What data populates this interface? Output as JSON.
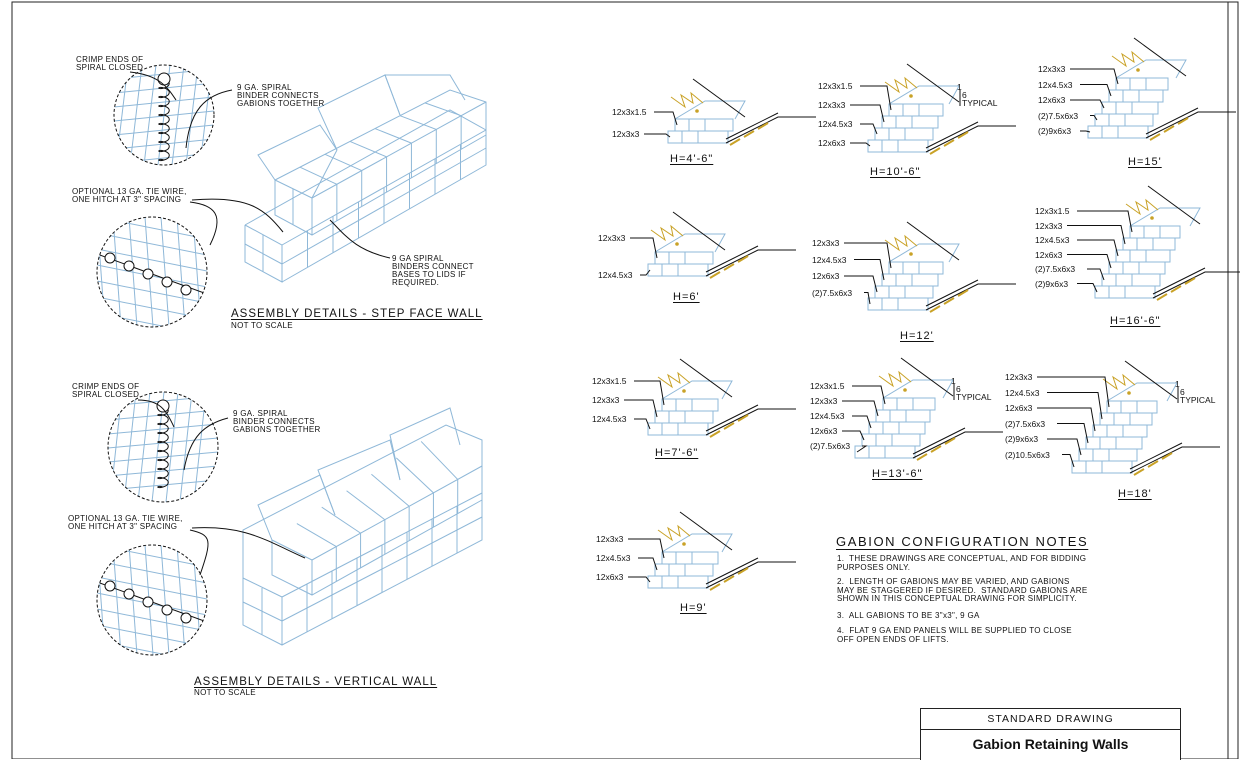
{
  "colors": {
    "gabion_line": "#8fb8d8",
    "soil": "#c9a227",
    "ink": "#111111"
  },
  "step_face": {
    "callouts": {
      "crimp": "CRIMP ENDS OF\nSPIRAL CLOSED",
      "spiral": "9 GA. SPIRAL\nBINDER CONNECTS\nGABIONS TOGETHER",
      "tie": "OPTIONAL 13 GA. TIE WIRE,\nONE HITCH AT 3\" SPACING",
      "binders": "9 GA SPIRAL\nBINDERS CONNECT\nBASES TO LIDS IF\nREQUIRED."
    },
    "title": "ASSEMBLY DETAILS - STEP FACE WALL",
    "subtitle": "NOT TO SCALE"
  },
  "vertical": {
    "callouts": {
      "crimp": "CRIMP ENDS OF\nSPIRAL CLOSED",
      "spiral": "9 GA. SPIRAL\nBINDER CONNECTS\nGABIONS TOGETHER",
      "tie": "OPTIONAL 13 GA. TIE WIRE,\nONE HITCH AT 3\" SPACING"
    },
    "title": "ASSEMBLY DETAILS - VERTICAL WALL",
    "subtitle": "NOT TO SCALE"
  },
  "configs": [
    {
      "height": "H=4'-6\"",
      "labels": [
        "12x3x1.5",
        "12x3x3"
      ]
    },
    {
      "height": "H=6'",
      "labels": [
        "12x3x3",
        "12x4.5x3"
      ]
    },
    {
      "height": "H=7'-6\"",
      "labels": [
        "12x3x1.5",
        "12x3x3",
        "12x4.5x3"
      ]
    },
    {
      "height": "H=9'",
      "labels": [
        "12x3x3",
        "12x4.5x3",
        "12x6x3"
      ]
    },
    {
      "height": "H=10'-6\"",
      "labels": [
        "12x3x1.5",
        "12x3x3",
        "12x4.5x3",
        "12x6x3"
      ],
      "typical": [
        "1",
        "6",
        "TYPICAL"
      ]
    },
    {
      "height": "H=12'",
      "labels": [
        "12x3x3",
        "12x4.5x3",
        "12x6x3",
        "(2)7.5x6x3"
      ]
    },
    {
      "height": "H=13'-6\"",
      "labels": [
        "12x3x1.5",
        "12x3x3",
        "12x4.5x3",
        "12x6x3",
        "(2)7.5x6x3"
      ],
      "typical": [
        "1",
        "6",
        "TYPICAL"
      ]
    },
    {
      "height": "H=15'",
      "labels": [
        "12x3x3",
        "12x4.5x3",
        "12x6x3",
        "(2)7.5x6x3",
        "(2)9x6x3"
      ]
    },
    {
      "height": "H=16'-6\"",
      "labels": [
        "12x3x1.5",
        "12x3x3",
        "12x4.5x3",
        "12x6x3",
        "(2)7.5x6x3",
        "(2)9x6x3"
      ]
    },
    {
      "height": "H=18'",
      "labels": [
        "12x3x3",
        "12x4.5x3",
        "12x6x3",
        "(2)7.5x6x3",
        "(2)9x6x3",
        "(2)10.5x6x3"
      ],
      "typical": [
        "1",
        "6",
        "TYPICAL"
      ]
    }
  ],
  "notes": {
    "title": "GABION CONFIGURATION NOTES",
    "items": [
      "1.  THESE DRAWINGS ARE CONCEPTUAL, AND FOR BIDDING\nPURPOSES ONLY.",
      "2.  LENGTH OF GABIONS MAY BE VARIED, AND GABIONS\nMAY BE STAGGERED IF DESIRED.  STANDARD GABIONS ARE\nSHOWN IN THIS CONCEPTUAL DRAWING FOR SIMPLICITY.",
      "3.  ALL GABIONS TO BE 3\"x3\", 9 GA",
      "4.  FLAT 9 GA END PANELS WILL BE SUPPLIED TO CLOSE\nOFF OPEN ENDS OF LIFTS."
    ]
  },
  "title_block": {
    "header": "STANDARD DRAWING",
    "title": "Gabion Retaining Walls"
  }
}
